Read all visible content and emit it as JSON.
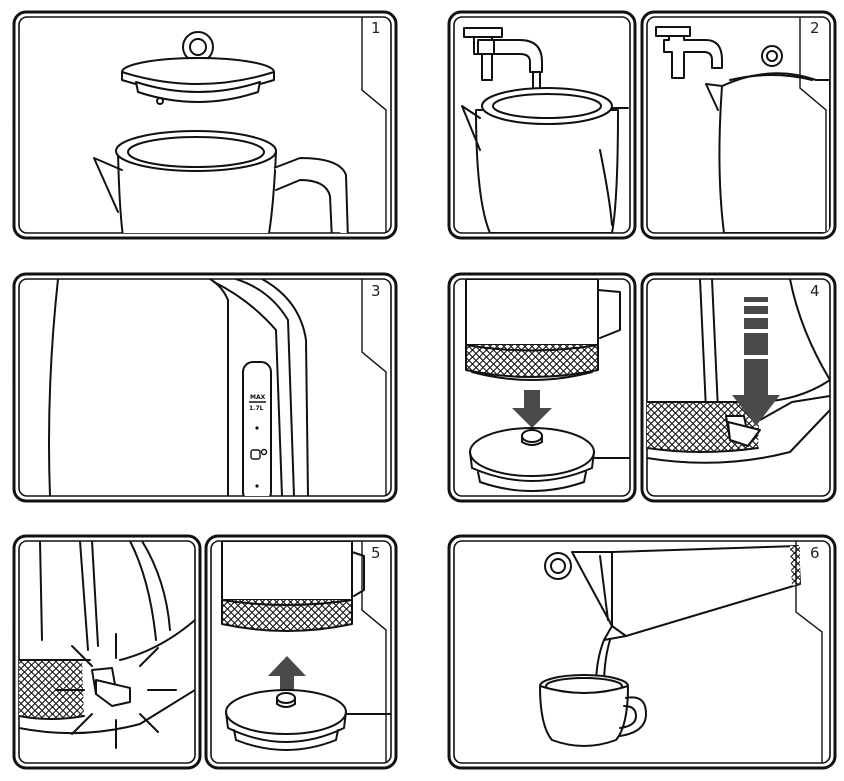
{
  "steps": [
    {
      "number": "1",
      "description": "Remove lid"
    },
    {
      "number": "2",
      "description": "Fill kettle with water"
    },
    {
      "number": "3",
      "description": "Check water level"
    },
    {
      "number": "4",
      "description": "Place kettle on base and press switch"
    },
    {
      "number": "5",
      "description": "Kettle light on; lift kettle from base"
    },
    {
      "number": "6",
      "description": "Pour water"
    }
  ],
  "gauge": {
    "max_label": "MAX",
    "max_value": "1.7L"
  },
  "colors": {
    "outline": "#111111",
    "background": "#ffffff",
    "arrow": "#4a4a4a"
  }
}
